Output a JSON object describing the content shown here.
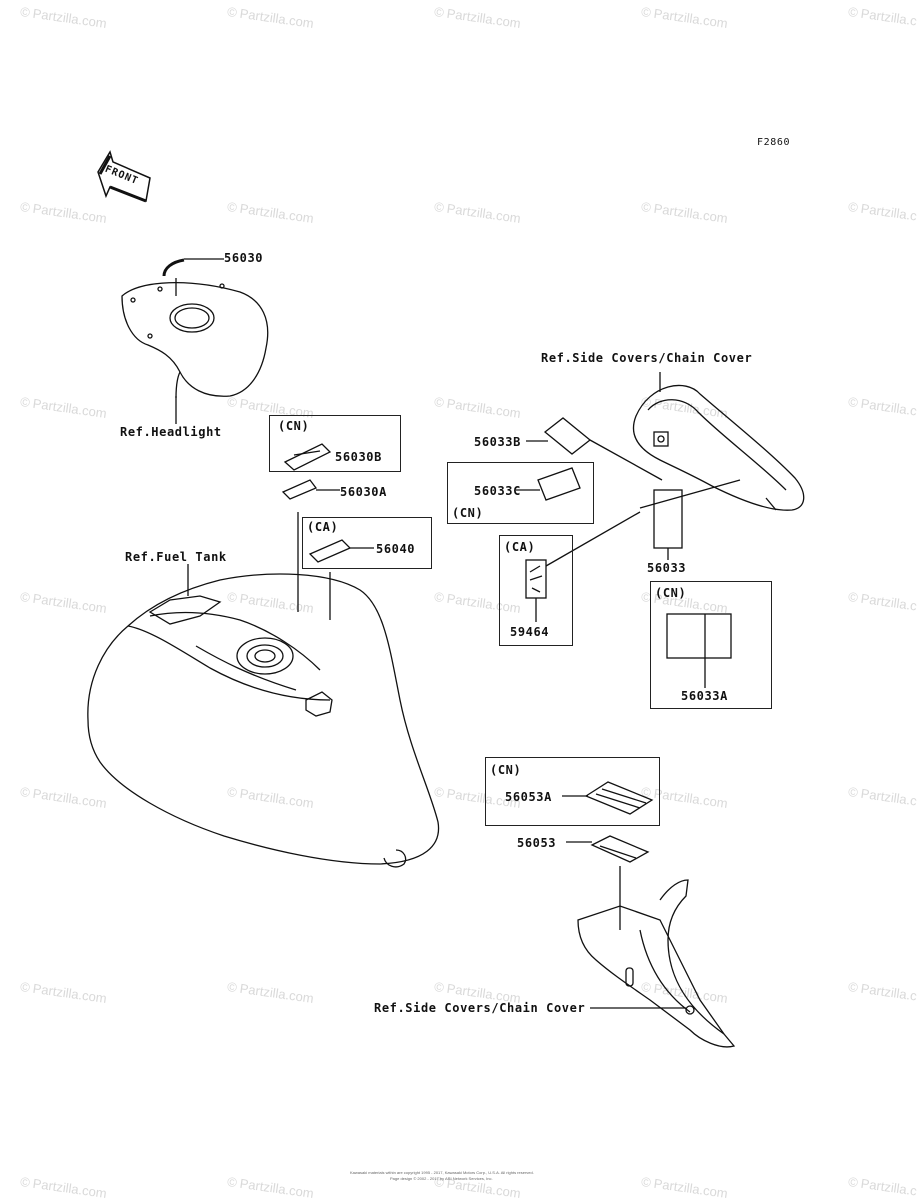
{
  "figure_code": "F2860",
  "front_arrow_text": "FRONT",
  "watermark": {
    "symbol": "©",
    "text": "Partzilla.com"
  },
  "refs": {
    "headlight": "Ref.Headlight",
    "fuel_tank": "Ref.Fuel Tank",
    "side_covers_top": "Ref.Side Covers/Chain Cover",
    "side_covers_bottom": "Ref.Side Covers/Chain Cover"
  },
  "parts": {
    "p56030": "56030",
    "p56030B": "56030B",
    "p56030A": "56030A",
    "p56040": "56040",
    "p56033B": "56033B",
    "p56033C": "56033C",
    "p56033": "56033",
    "p59464": "59464",
    "p56033A": "56033A",
    "p56053A": "56053A",
    "p56053": "56053"
  },
  "region_tags": {
    "cn_56030B": "(CN)",
    "ca_56040": "(CA)",
    "cn_56033C": "(CN)",
    "ca_59464": "(CA)",
    "cn_56033A": "(CN)",
    "cn_56053A": "(CN)"
  },
  "footer": {
    "line1": "Kawasaki materials within are copyright 1995 - 2017, Kawasaki Motors Corp., U.S.A. All rights reserved.",
    "line2": "Page design © 2002 - 2017 by ARI Network Services, Inc."
  }
}
